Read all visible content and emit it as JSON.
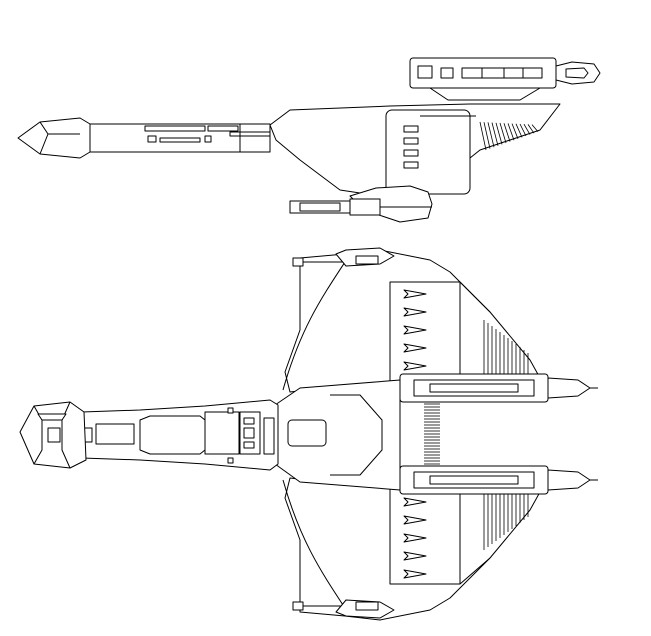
{
  "figure": {
    "subject": "starship-blueprint",
    "views": [
      "side-view",
      "top-view"
    ],
    "line_color": "#000000",
    "background": "#ffffff"
  }
}
